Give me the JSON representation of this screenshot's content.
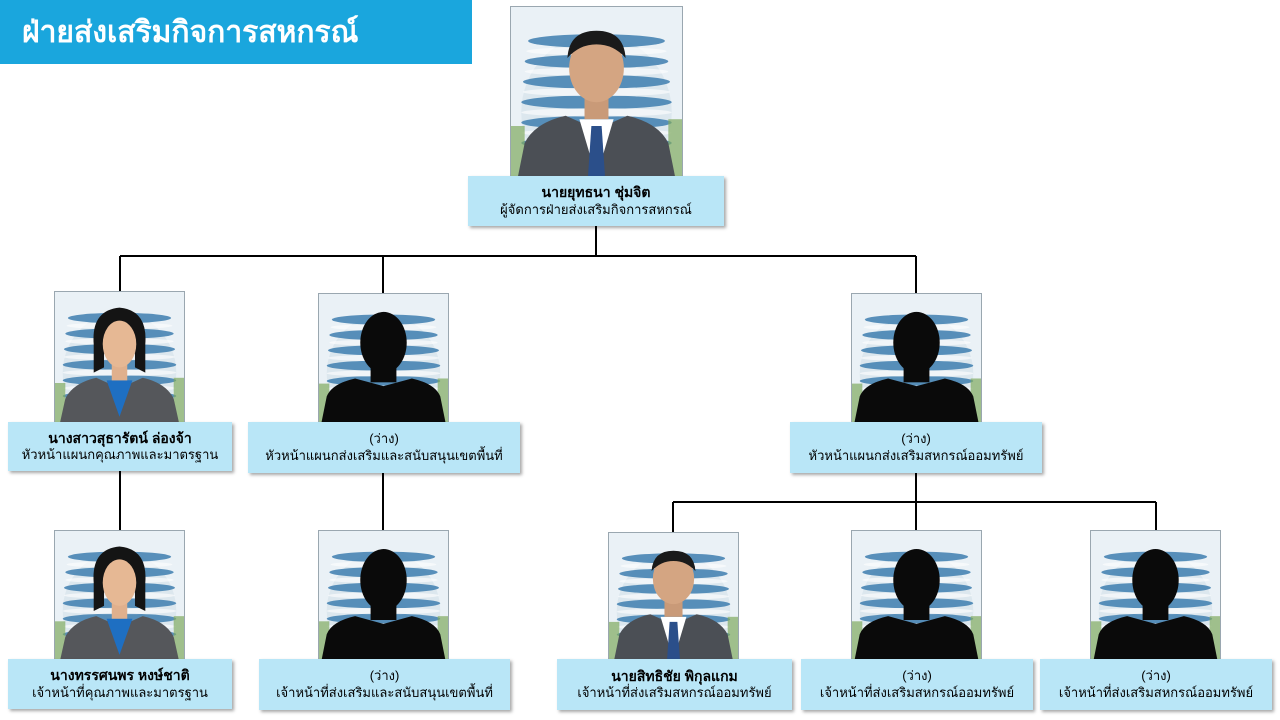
{
  "header": {
    "title": "ฝ่ายส่งเสริมกิจการสหกรณ์"
  },
  "director": {
    "name": "นายยุทธนา ชุ่มจิต",
    "position": "ผู้จัดการฝ่ายส่งเสริมกิจการสหกรณ์"
  },
  "heads": [
    {
      "name": "นางสาวสุธารัตน์ ล่องจ้า",
      "position": "หัวหน้าแผนกคุณภาพและมาตรฐาน"
    },
    {
      "name": "(ว่าง)",
      "position": "หัวหน้าแผนกส่งเสริมและสนับสนุนเขตพื้นที่"
    },
    {
      "name": "(ว่าง)",
      "position": "หัวหน้าแผนกส่งเสริมสหกรณ์ออมทรัพย์"
    }
  ],
  "staff": [
    {
      "name": "นางทรรศนพร หงษ์ชาติ",
      "position": "เจ้าหน้าที่คุณภาพและมาตรฐาน"
    },
    {
      "name": "(ว่าง)",
      "position": "เจ้าหน้าที่ส่งเสริมและสนับสนุนเขตพื้นที่"
    },
    {
      "name": "นายสิทธิชัย พิกุลแกม",
      "position": "เจ้าหน้าที่ส่งเสริมสหกรณ์ออมทรัพย์"
    },
    {
      "name": "(ว่าง)",
      "position": "เจ้าหน้าที่ส่งเสริมสหกรณ์ออมทรัพย์"
    },
    {
      "name": "(ว่าง)",
      "position": "เจ้าหน้าที่ส่งเสริมสหกรณ์ออมทรัพย์"
    }
  ],
  "colors": {
    "header_bg": "#1aa6dd",
    "label_bg": "#b9e6f7",
    "connector": "#000000"
  }
}
